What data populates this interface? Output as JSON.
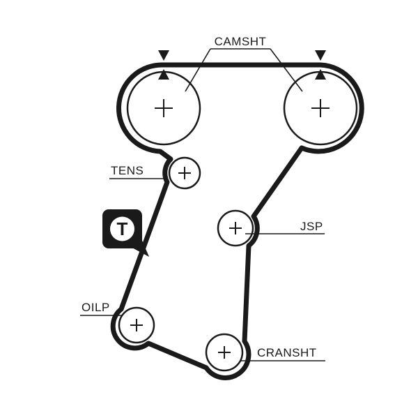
{
  "diagram": {
    "labels": {
      "camshaft": "CAMSHT",
      "tensioner": "TENS",
      "jackshaft": "JSP",
      "oil_pump": "OILP",
      "crankshaft": "CRANSHT",
      "tension_icon_letter": "T"
    },
    "colors": {
      "line": "#1a1a1a",
      "background": "#ffffff"
    }
  }
}
